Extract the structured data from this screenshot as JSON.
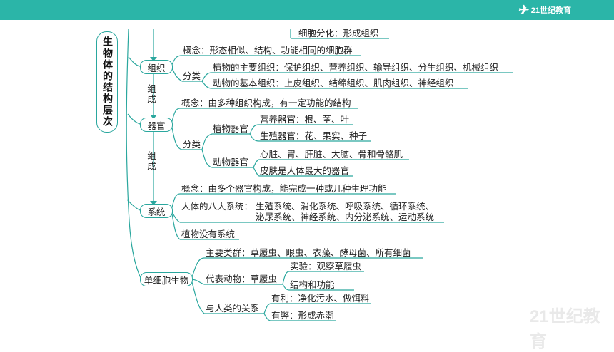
{
  "header": {
    "logo_text": "21世纪教育"
  },
  "watermark": "21世纪教育",
  "root": "生物体的结构层次",
  "link_labels": [
    "组成",
    "组成"
  ],
  "top_item": "细胞分化：形成组织",
  "tissue": {
    "title": "组织",
    "concept": "概念：形态相似、结构、功能相同的细胞群",
    "classify": "分类",
    "plant": "植物的主要组织：保护组织、营养组织、输导组织、分生组织、机械组织",
    "animal": "动物的基本组织：上皮组织、结缔组织、肌肉组织、神经组织"
  },
  "organ": {
    "title": "器官",
    "concept": "概念：由多种组织构成，有一定功能的结构",
    "classify": "分类",
    "plant_organ": "植物器官",
    "nutrient": "营养器官：根、茎、叶",
    "reproductive": "生殖器官：花、果实、种子",
    "animal_organ": "动物器官",
    "animal_list": "心脏、胃、肝脏、大脑、骨和骨骼肌",
    "skin": "皮肤是人体最大的器官"
  },
  "system": {
    "title": "系统",
    "concept": "概念：由多个器官构成，能完成一种或几种生理功能",
    "eight_label": "人体的八大系统：",
    "eight_line1": "生殖系统、消化系统、呼吸系统、循环系统、",
    "eight_line2": "泌尿系统、神经系统、内分泌系统、运动系统",
    "plant_none": "植物没有系统"
  },
  "unicell": {
    "title": "单细胞生物",
    "main_types": "主要类群：草履虫、眼虫、衣藻、酵母菌、所有细菌",
    "rep": "代表动物：草履虫",
    "experiment": "实验：观察草履虫",
    "structure": "结构和功能",
    "relation": "与人类的关系",
    "benefit": "有利：净化污水、做饵料",
    "harm": "有弊：形成赤潮"
  }
}
